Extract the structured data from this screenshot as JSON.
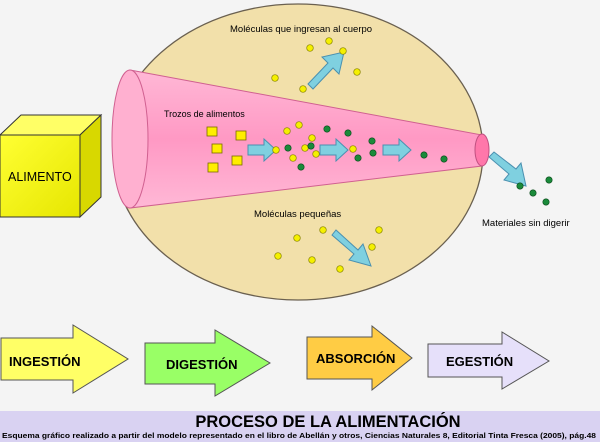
{
  "labels": {
    "food_box": "ALIMENTO",
    "absorbed": "Moléculas que ingresan al cuerpo",
    "pieces": "Trozos de alimentos",
    "small_molecules": "Moléculas pequeñas",
    "undigested": "Materiales sin digerir"
  },
  "stages": [
    {
      "label": "INGESTIÓN",
      "color": "#ffff66"
    },
    {
      "label": "DIGESTIÓN",
      "color": "#99ff66"
    },
    {
      "label": "ABSORCIÓN",
      "color": "#ffcc44"
    },
    {
      "label": "EGESTIÓN",
      "color": "#e6e0fa"
    }
  ],
  "footer": {
    "title": "PROCESO DE LA ALIMENTACIÓN",
    "credit": "Esquema gráfico realizado a partir del modelo representado en el libro de  Abellán y otros, Ciencias Naturales 8, Editorial Tinta Fresca (2005), pág.48"
  },
  "colors": {
    "oval": "#f2e0aa",
    "tube": "#ffaacc",
    "box": "#ffff00",
    "yellow_dot": "#f5f000",
    "green_dot": "#1a8a3a",
    "arrow": "#7fd0e0",
    "footer_band": "#d9d2f2"
  }
}
